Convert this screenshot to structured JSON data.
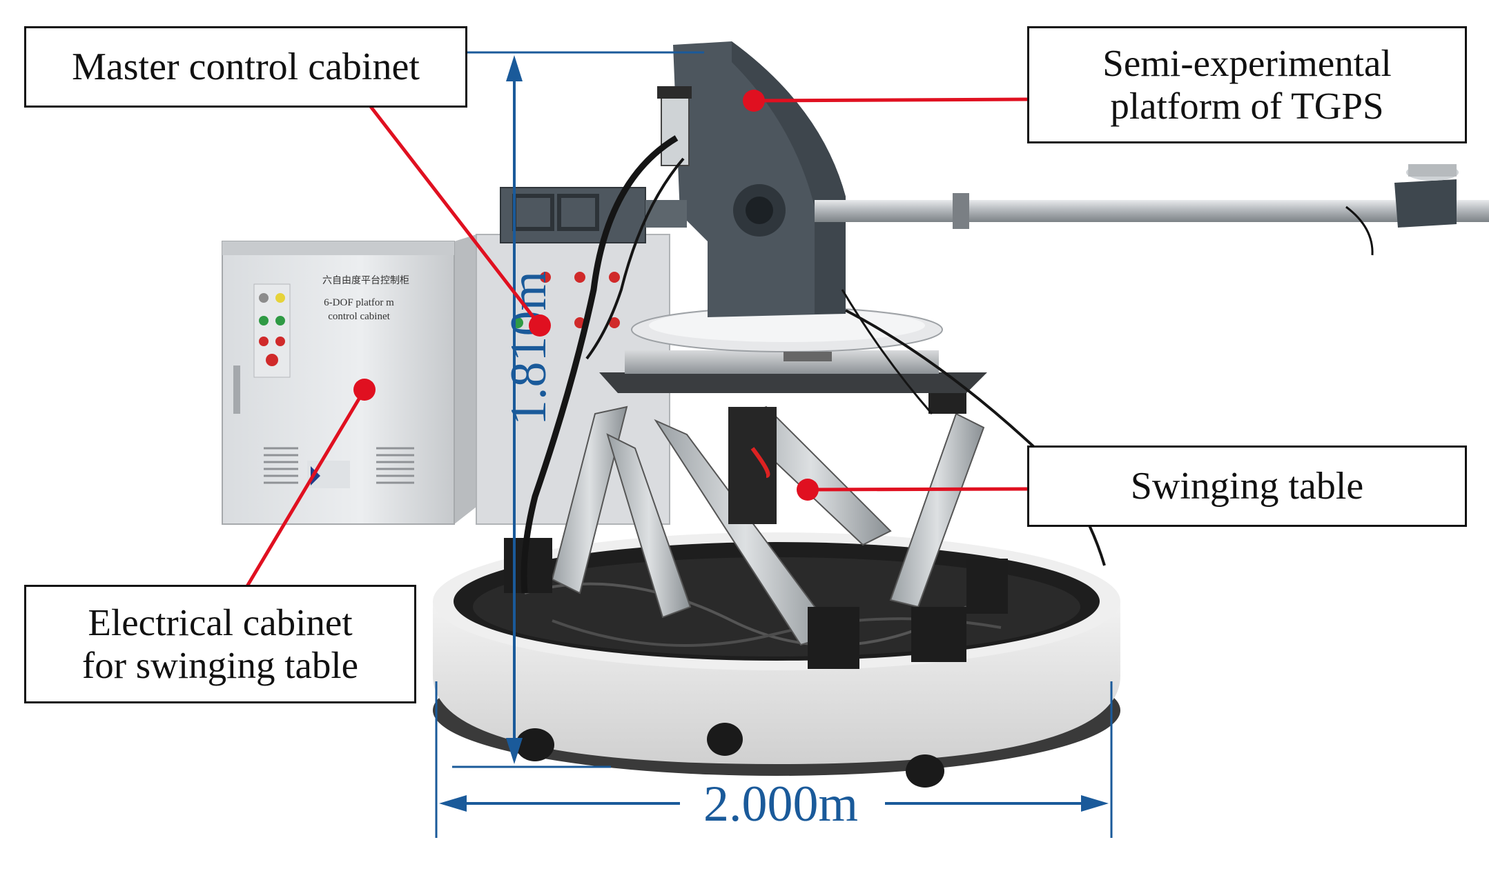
{
  "callouts": {
    "master_control": "Master control cabinet",
    "semi_platform_line1": "Semi-experimental",
    "semi_platform_line2": "platform of TGPS",
    "swinging_table": "Swinging table",
    "electrical_line1": "Electrical cabinet",
    "electrical_line2": "for swinging table"
  },
  "dimensions": {
    "height": "1.810m",
    "width": "2.000m"
  },
  "cabinet_text": {
    "chinese": "六自由度平台控制柜",
    "line1": "6-DOF platfor m",
    "line2": "control cabinet"
  },
  "colors": {
    "leader_line": "#e01020",
    "dimension": "#1a5a9a",
    "callout_border": "#111111"
  }
}
